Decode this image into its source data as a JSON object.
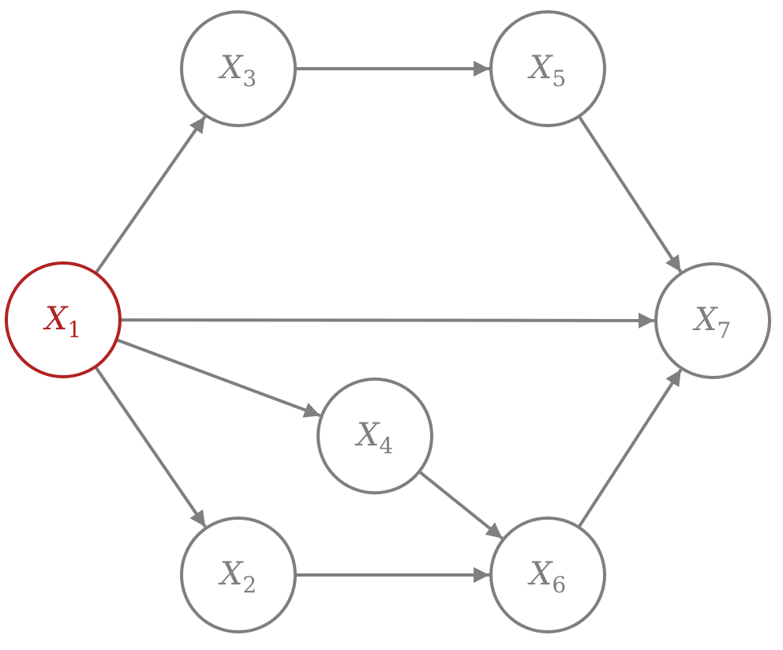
{
  "colors": {
    "edge": "#7f7f7f",
    "node_stroke": "#7f7f7f",
    "highlight": "#b22222",
    "background": "#ffffff"
  },
  "nodes": [
    {
      "id": "x1",
      "letter": "X",
      "sub": "1",
      "highlight": true
    },
    {
      "id": "x2",
      "letter": "X",
      "sub": "2",
      "highlight": false
    },
    {
      "id": "x3",
      "letter": "X",
      "sub": "3",
      "highlight": false
    },
    {
      "id": "x4",
      "letter": "X",
      "sub": "4",
      "highlight": false
    },
    {
      "id": "x5",
      "letter": "X",
      "sub": "5",
      "highlight": false
    },
    {
      "id": "x6",
      "letter": "X",
      "sub": "6",
      "highlight": false
    },
    {
      "id": "x7",
      "letter": "X",
      "sub": "7",
      "highlight": false
    }
  ],
  "edges": [
    {
      "from": "x1",
      "to": "x3"
    },
    {
      "from": "x3",
      "to": "x5"
    },
    {
      "from": "x5",
      "to": "x7"
    },
    {
      "from": "x1",
      "to": "x7"
    },
    {
      "from": "x1",
      "to": "x4"
    },
    {
      "from": "x4",
      "to": "x6"
    },
    {
      "from": "x1",
      "to": "x2"
    },
    {
      "from": "x2",
      "to": "x6"
    },
    {
      "from": "x6",
      "to": "x7"
    }
  ]
}
